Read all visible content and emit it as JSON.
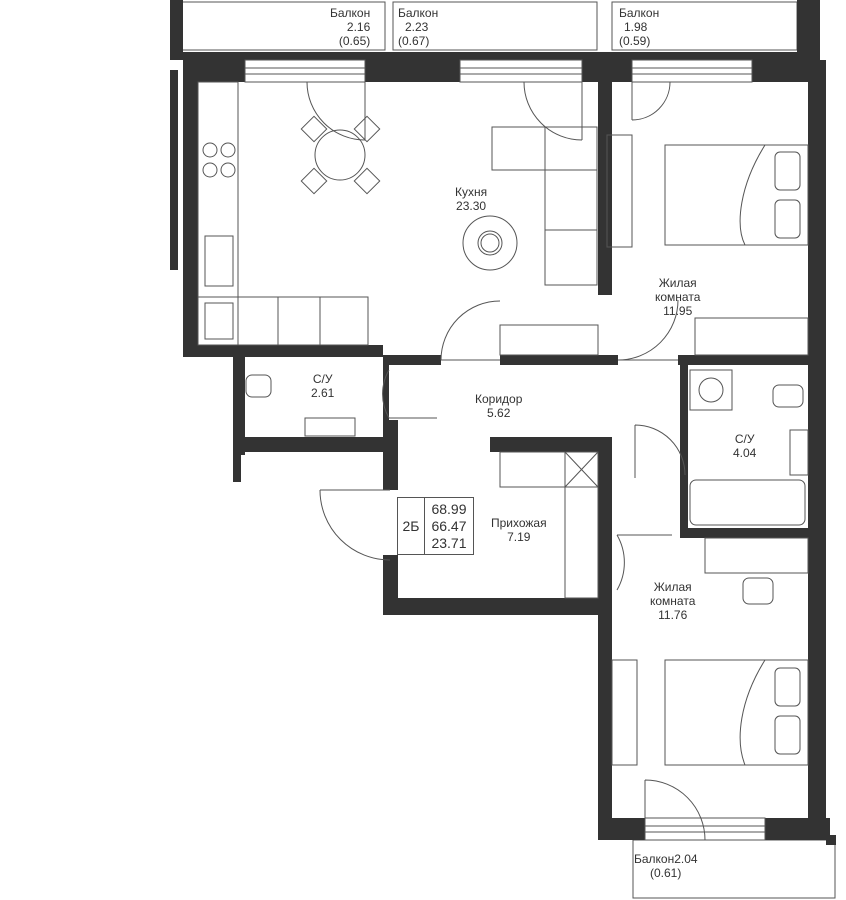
{
  "plan": {
    "apartment_type": "2Б",
    "areas": [
      "68.99",
      "66.47",
      "23.71"
    ],
    "colors": {
      "wall": "#333333",
      "line": "#555555",
      "background": "#ffffff"
    }
  },
  "rooms": {
    "balcony1": {
      "name": "Балкон",
      "area": "2.16",
      "reduced": "(0.65)"
    },
    "balcony2": {
      "name": "Балкон",
      "area": "2.23",
      "reduced": "(0.67)"
    },
    "balcony3": {
      "name": "Балкон",
      "area": "1.98",
      "reduced": "(0.59)"
    },
    "balcony4": {
      "name": "Балкон",
      "area": "2.04",
      "reduced": "(0.61)"
    },
    "kitchen": {
      "name": "Кухня",
      "area": "23.30"
    },
    "bedroom1": {
      "name1": "Жилая",
      "name2": "комната",
      "area": "11.95"
    },
    "wc1": {
      "name": "С/У",
      "area": "2.61"
    },
    "corridor": {
      "name": "Коридор",
      "area": "5.62"
    },
    "wc2": {
      "name": "С/У",
      "area": "4.04"
    },
    "hall": {
      "name": "Прихожая",
      "area": "7.19"
    },
    "bedroom2": {
      "name1": "Жилая",
      "name2": "комната",
      "area": "11.76"
    }
  }
}
